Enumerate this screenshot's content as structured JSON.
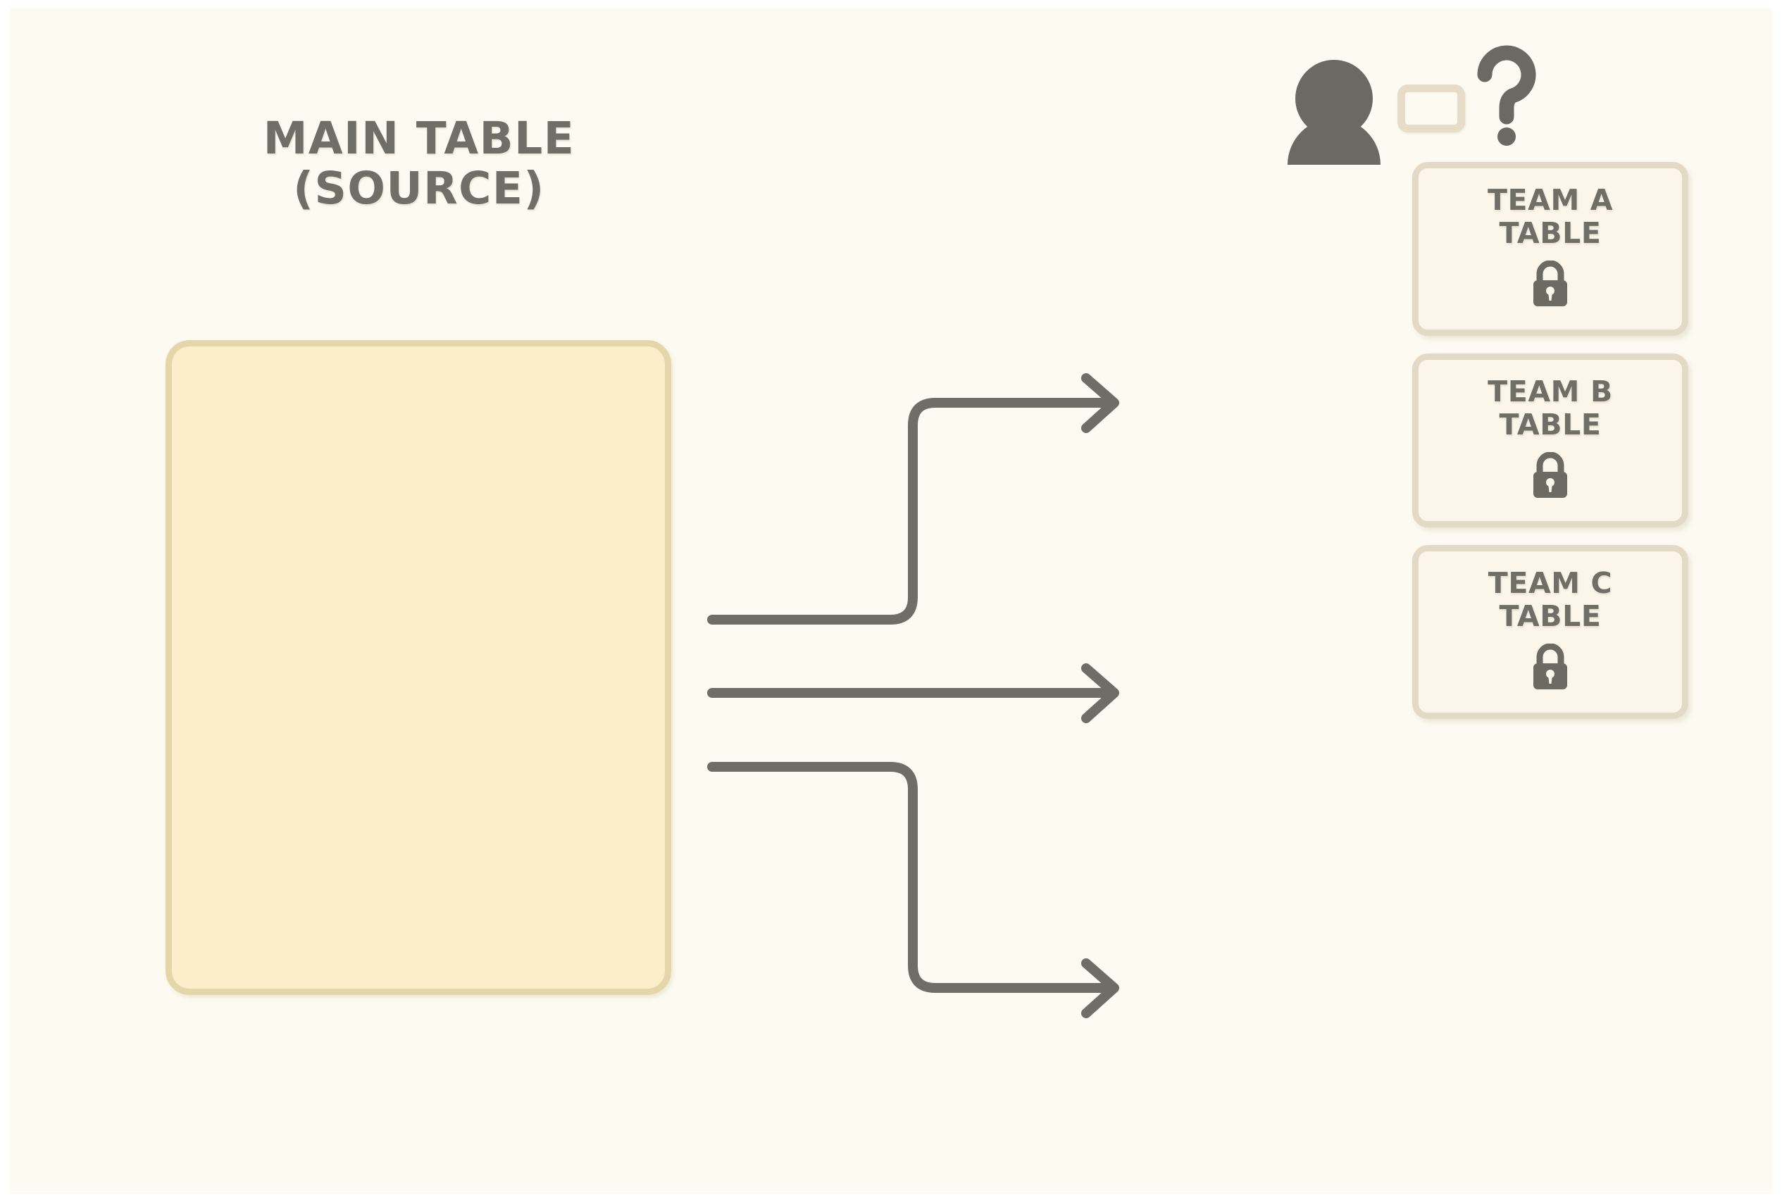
{
  "diagram": {
    "title_line1": "MAIN TABLE",
    "title_line2": "(SOURCE)",
    "canvas_bg": "#fdfbf1",
    "page_bg": "#ffffff",
    "ink_color": "#6f6f68",
    "arrow_color": "#6e6e66"
  },
  "source_table": {
    "label_line1": "MAIN TABLE",
    "label_line2": "(SOURCE)",
    "fill": "#fbeec9",
    "border": "#e5d6a9"
  },
  "teams": [
    {
      "name_line1": "TEAM A",
      "name_line2": "TABLE",
      "icon": "lock-icon",
      "fill": "#fbf6ea",
      "border": "#e3dac6"
    },
    {
      "name_line1": "TEAM B",
      "name_line2": "TABLE",
      "icon": "lock-icon",
      "fill": "#fbf6ea",
      "border": "#e3dac6"
    },
    {
      "name_line1": "TEAM C",
      "name_line2": "TABLE",
      "icon": "lock-icon",
      "fill": "#fbf6ea",
      "border": "#e3dac6"
    }
  ],
  "actor": {
    "person_icon": "person-icon",
    "screen_icon": "screen-icon",
    "question_icon": "question-mark-icon",
    "icon_color": "#6a6a62",
    "screen_border": "#e6dcc8"
  },
  "connectors": [
    {
      "from": "source_table",
      "to": "team_a",
      "style": "elbow-up"
    },
    {
      "from": "source_table",
      "to": "team_b",
      "style": "straight"
    },
    {
      "from": "source_table",
      "to": "team_c",
      "style": "elbow-down"
    }
  ]
}
